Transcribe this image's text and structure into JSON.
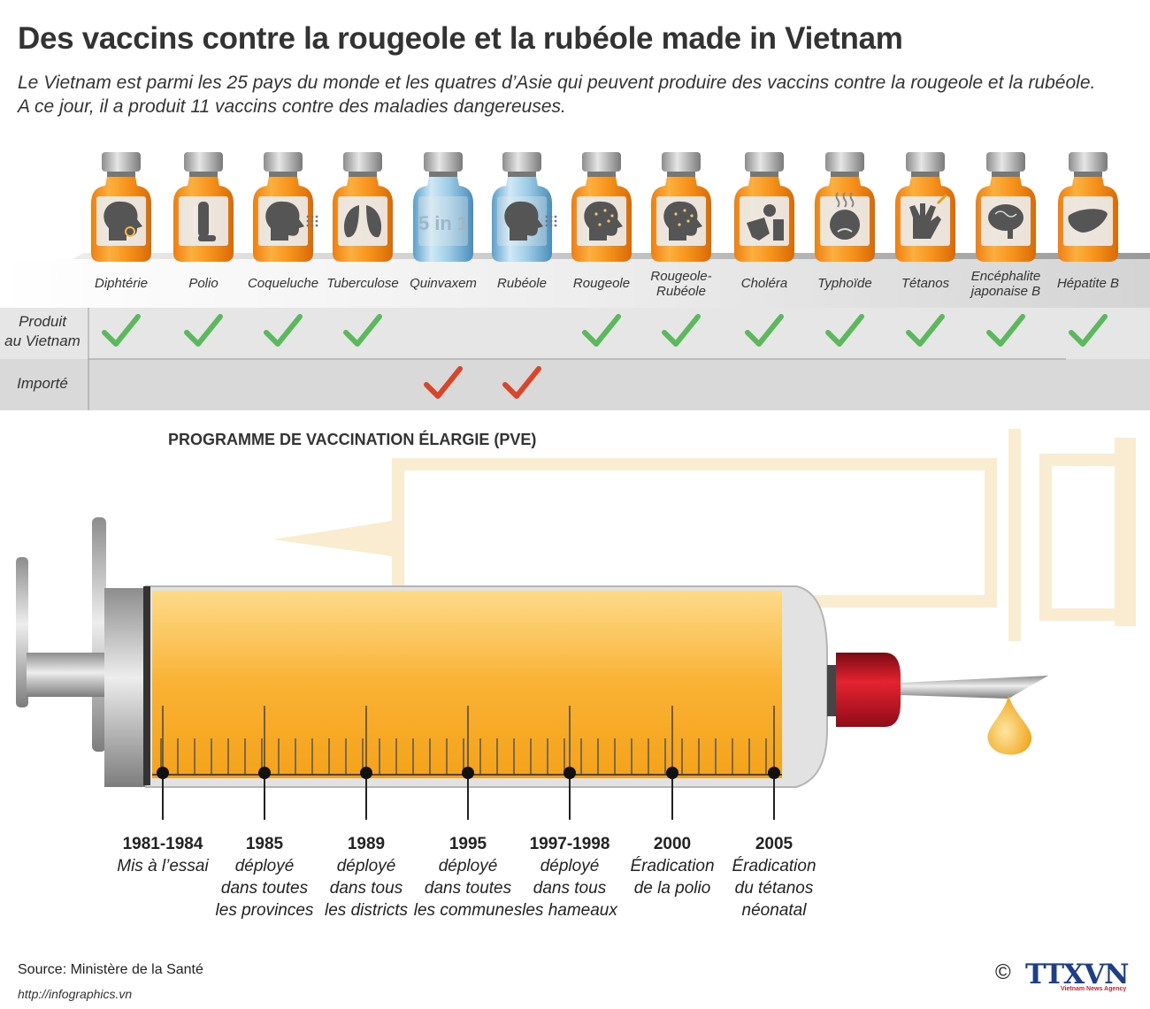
{
  "title": "Des vaccins contre la rougeole et la rubéole made in Vietnam",
  "subtitle_lines": [
    "Le Vietnam est parmi les 25 pays du monde et les quatres d’Asie qui peuvent produire des vaccins contre la rougeole et la rubéole.",
    "A ce jour, il a produit 11 vaccins contre des maladies dangereuses."
  ],
  "vaccines": [
    {
      "label": "Diphtérie",
      "color": "orange",
      "icon": "throat-icon",
      "produced": true,
      "imported": false
    },
    {
      "label": "Polio",
      "color": "orange",
      "icon": "leg-brace-icon",
      "produced": true,
      "imported": false
    },
    {
      "label": "Coqueluche",
      "color": "orange",
      "icon": "cough-icon",
      "produced": true,
      "imported": false
    },
    {
      "label": "Tuberculose",
      "color": "orange",
      "icon": "lungs-icon",
      "produced": true,
      "imported": false
    },
    {
      "label": "Quinvaxem",
      "color": "blue",
      "icon": "five-in-one-text",
      "icon_text": "5 in 1",
      "produced": false,
      "imported": true
    },
    {
      "label": "Rubéole",
      "color": "blue",
      "icon": "sneeze-icon",
      "produced": false,
      "imported": true
    },
    {
      "label": "Rougeole",
      "color": "orange",
      "icon": "spotted-face-icon",
      "produced": true,
      "imported": false
    },
    {
      "label": "Rougeole-\nRubéole",
      "color": "orange",
      "icon": "spotted-face-icon",
      "produced": true,
      "imported": false
    },
    {
      "label": "Choléra",
      "color": "orange",
      "icon": "vomit-icon",
      "produced": true,
      "imported": false
    },
    {
      "label": "Typhoïde",
      "color": "orange",
      "icon": "fever-face-icon",
      "produced": true,
      "imported": false
    },
    {
      "label": "Tétanos",
      "color": "orange",
      "icon": "wounded-hand-icon",
      "produced": true,
      "imported": false
    },
    {
      "label": "Encéphalite\njaponaise B",
      "color": "orange",
      "icon": "brain-icon",
      "produced": true,
      "imported": false
    },
    {
      "label": "Hépatite B",
      "color": "orange",
      "icon": "liver-icon",
      "produced": true,
      "imported": false
    }
  ],
  "rows": {
    "produced_label": "Produit\nau Vietnam",
    "imported_label": "Importé"
  },
  "colors": {
    "vial_orange": "#f7941d",
    "vial_blue": "#6fb3d8",
    "check_green": "#5cb85c",
    "check_red": "#d9452b",
    "syringe_fill": "#f9b233",
    "needle_cap": "#c8102e",
    "brand_blue": "#1d3f8a"
  },
  "pve": {
    "title": "PROGRAMME DE VACCINATION ÉLARGIE (PVE)",
    "milestones": [
      {
        "year": "1981-1984",
        "desc": "Mis à l’essai"
      },
      {
        "year": "1985",
        "desc": "déployé\ndans toutes\nles provinces"
      },
      {
        "year": "1989",
        "desc": "déployé\ndans tous\nles districts"
      },
      {
        "year": "1995",
        "desc": "déployé\ndans toutes\nles communes"
      },
      {
        "year": "1997-1998",
        "desc": "déployé\ndans tous\nles hameaux"
      },
      {
        "year": "2000",
        "desc": "Éradication\nde la polio"
      },
      {
        "year": "2005",
        "desc": "Éradication\ndu tétanos\nnéonatal"
      }
    ]
  },
  "footer": {
    "source": "Source: Ministère de la Santé",
    "url": "http://infographics.vn",
    "copyright": "©",
    "brand": "TTXVN",
    "agency": "Vietnam News Agency"
  }
}
